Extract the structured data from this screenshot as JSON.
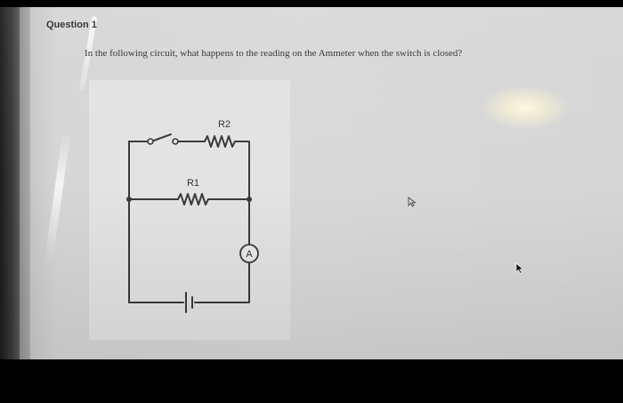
{
  "question": {
    "label": "Question 1",
    "text": "In the following circuit, what happens to the reading on the Ammeter when the switch is closed?"
  },
  "circuit": {
    "resistor_top_label": "R2",
    "resistor_mid_label": "R1",
    "ammeter_label": "A"
  },
  "icons": {
    "cursor": "arrow-cursor-icon",
    "cursor_small": "arrow-cursor-outline-icon"
  },
  "colors": {
    "wire": "#3a3a3a",
    "figure_bg": "#e3e3e3",
    "page_bg": "#d7d7d7"
  }
}
